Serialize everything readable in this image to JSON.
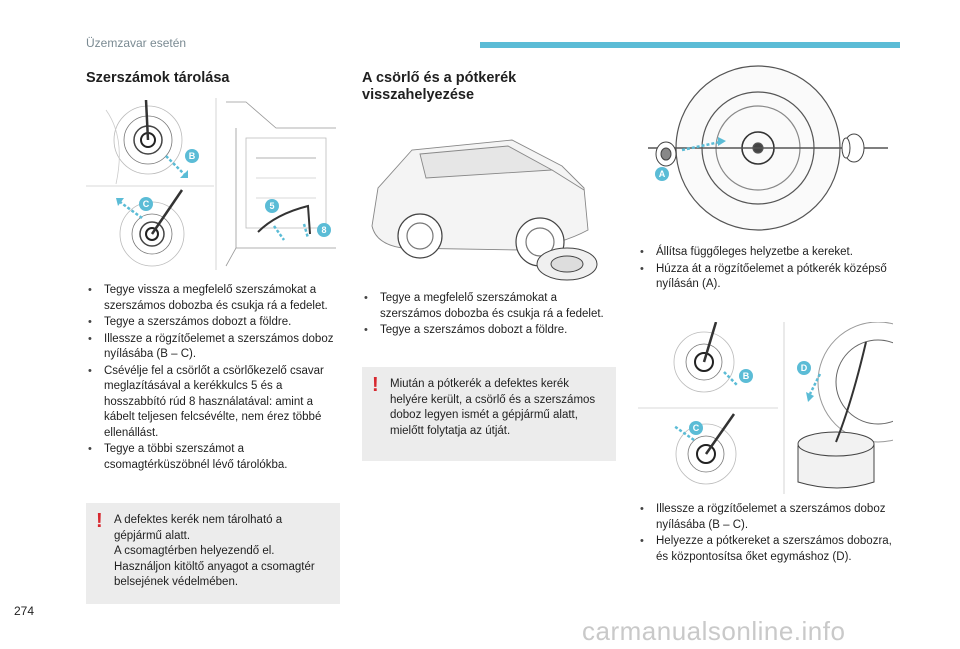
{
  "header": {
    "section": "Üzemzavar esetén",
    "accent_color": "#5bbcd6"
  },
  "page_number": "274",
  "watermark": "carmanualsonline.info",
  "left": {
    "title": "Szerszámok tárolása",
    "figure_labels": {
      "b": "B",
      "c": "C",
      "five": "5",
      "eight": "8"
    },
    "bullets": [
      "Tegye vissza a megfelelő szerszámokat a szerszámos dobozba és csukja rá a fedelet.",
      "Tegye a szerszámos dobozt a földre.",
      "Illessze a rögzítőelemet a szerszámos doboz nyílásába (B – C).",
      "Csévélje fel a csörlőt a csörlőkezelő csavar meglazításával a kerékkulcs 5 és a hosszabbító rúd 8 használatával: amint a kábelt teljesen felcsévélte, nem érez többé ellenállást.",
      "Tegye a többi szerszámot a csomagtérküszöbnél lévő tárolókba."
    ],
    "warning": [
      "A defektes kerék nem tárolható a gépjármű alatt.",
      "A csomagtérben helyezendő el.",
      "Használjon kitöltő anyagot a csomagtér belsejének védelmében."
    ]
  },
  "middle": {
    "title_line1": "A csörlő és a pótkerék",
    "title_line2": "visszahelyezése",
    "bullets": [
      "Tegye a megfelelő szerszámokat a szerszámos dobozba és csukja rá a fedelet.",
      "Tegye a szerszámos dobozt a földre."
    ],
    "warning": "Miután a pótkerék a defektes kerék helyére került, a csörlő és a szerszámos doboz legyen ismét a gépjármű alatt, mielőtt folytatja az útját."
  },
  "right": {
    "figure_top_label": "A",
    "bullets_top": [
      "Állítsa függőleges helyzetbe a kereket.",
      "Húzza át a rögzítőelemet a pótkerék középső nyílásán (A)."
    ],
    "figure_bottom_labels": {
      "b": "B",
      "c": "C",
      "d": "D"
    },
    "bullets_bottom": [
      "Illessze a rögzítőelemet a szerszámos doboz nyílásába (B – C).",
      "Helyezze a pótkereket a szerszámos dobozra, és központosítsa őket egymáshoz (D)."
    ]
  }
}
